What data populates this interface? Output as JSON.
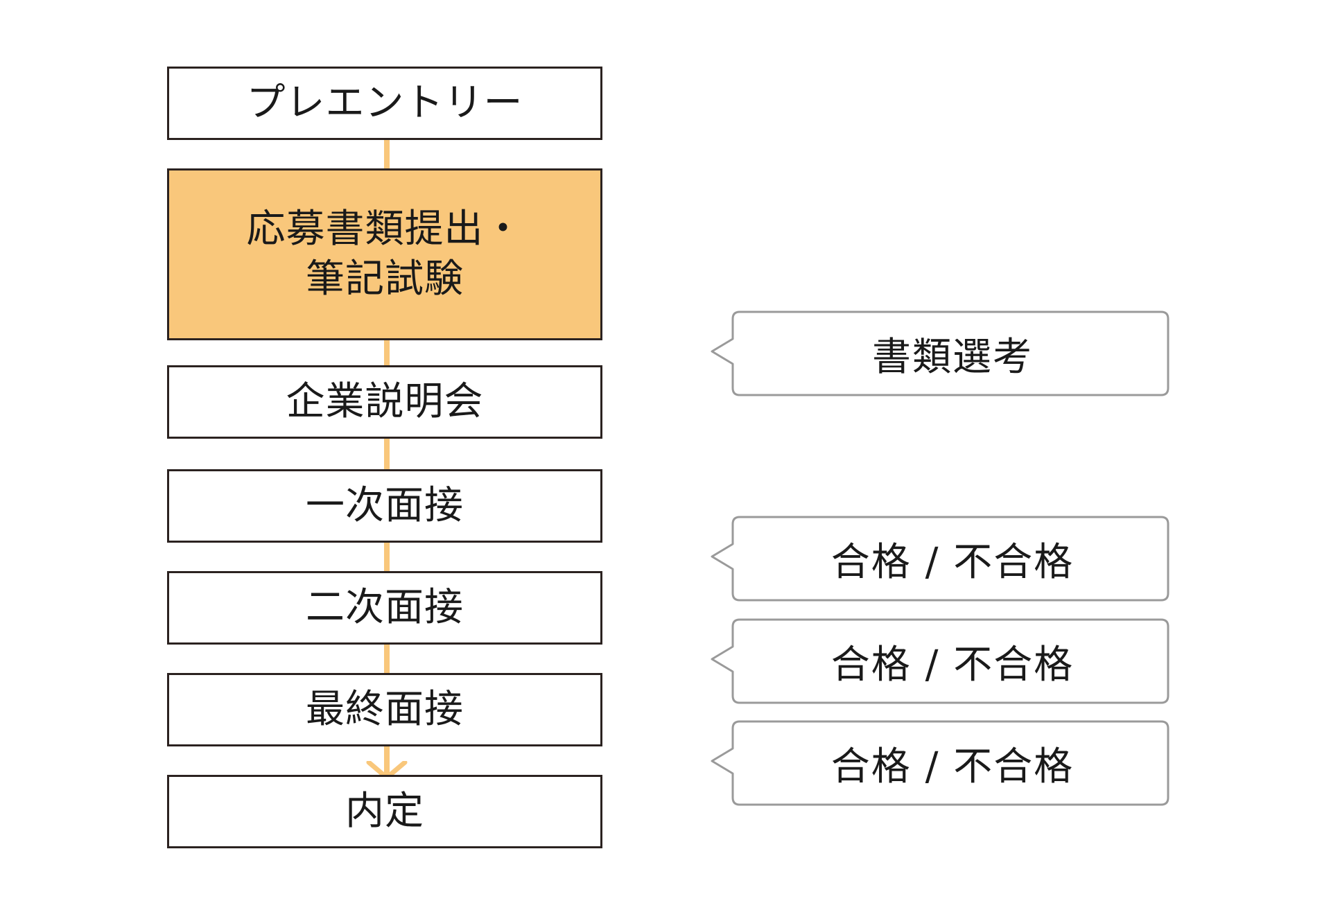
{
  "flow": {
    "steps": [
      {
        "label": "プレエントリー"
      },
      {
        "label_lines": [
          "応募書類提出・",
          "筆記試験"
        ]
      },
      {
        "label": "企業説明会"
      },
      {
        "label": "一次面接"
      },
      {
        "label": "二次面接"
      },
      {
        "label": "最終面接"
      },
      {
        "label": "内定"
      }
    ]
  },
  "results": {
    "document_screening": "書類選考",
    "first_interview_result": "合格 / 不合格",
    "second_interview_result": "合格 / 不合格",
    "final_interview_result": "合格 / 不合格"
  },
  "colors": {
    "highlight": "#f9c77b",
    "step_border": "#2b2220",
    "callout_border": "#9a9a9a"
  }
}
